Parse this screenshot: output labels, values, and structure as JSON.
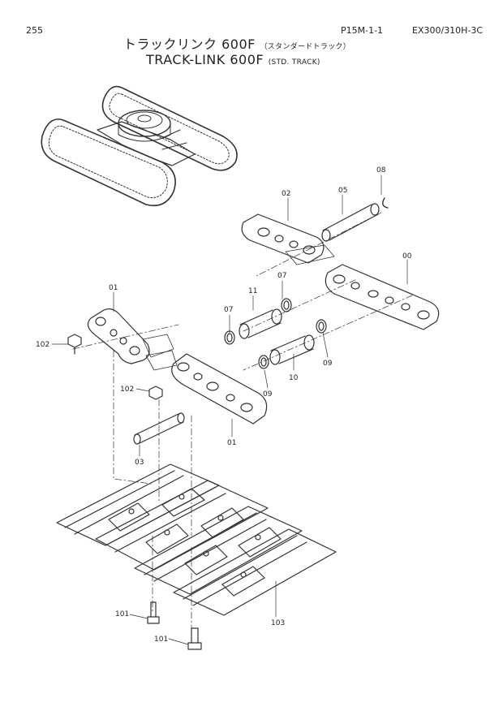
{
  "header": {
    "page_number": "255",
    "page_code": "P15M-1-1",
    "model": "EX300/310H-3C",
    "title_jp": "トラックリンク 600F",
    "subtitle_jp": "（スタンダードトラック）",
    "title_en": "TRACK-LINK 600F",
    "subtitle_en": "(STD. TRACK)"
  },
  "callouts": {
    "p00": "00",
    "p01a": "01",
    "p01b": "01",
    "p02": "02",
    "p03": "03",
    "p05": "05",
    "p07a": "07",
    "p07b": "07",
    "p08": "08",
    "p09a": "09",
    "p09b": "09",
    "p10": "10",
    "p11": "11",
    "p101a": "101",
    "p101b": "101",
    "p102a": "102",
    "p102b": "102",
    "p103": "103"
  }
}
